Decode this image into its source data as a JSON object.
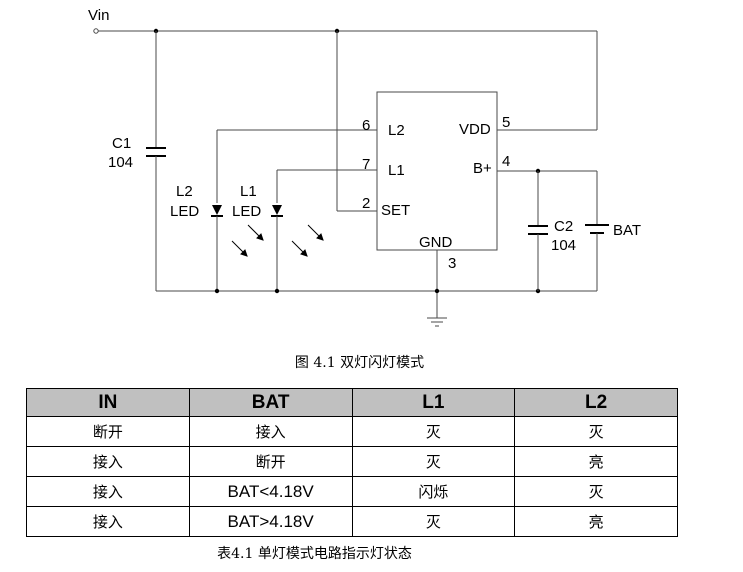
{
  "schematic": {
    "vin": "Vin",
    "c1_name": "C1",
    "c1_value": "104",
    "led2_name": "L2",
    "led2_type": "LED",
    "led1_name": "L1",
    "led1_type": "LED",
    "pin6": "6",
    "pin7": "7",
    "pin2": "2",
    "pin5": "5",
    "pin4": "4",
    "pin3": "3",
    "ic_l2": "L2",
    "ic_l1": "L1",
    "ic_set": "SET",
    "ic_vdd": "VDD",
    "ic_bplus": "B+",
    "ic_gnd": "GND",
    "c2_name": "C2",
    "c2_value": "104",
    "bat": "BAT"
  },
  "figure_caption": "图 4.1 双灯闪灯模式",
  "table": {
    "headers": [
      "IN",
      "BAT",
      "L1",
      "L2"
    ],
    "rows": [
      [
        "断开",
        "接入",
        "灭",
        "灭"
      ],
      [
        "接入",
        "断开",
        "灭",
        "亮"
      ],
      [
        "接入",
        "BAT<4.18V",
        "闪烁",
        "灭"
      ],
      [
        "接入",
        "BAT>4.18V",
        "灭",
        "亮"
      ]
    ]
  },
  "table_caption": "表4.1 单灯模式电路指示灯状态"
}
